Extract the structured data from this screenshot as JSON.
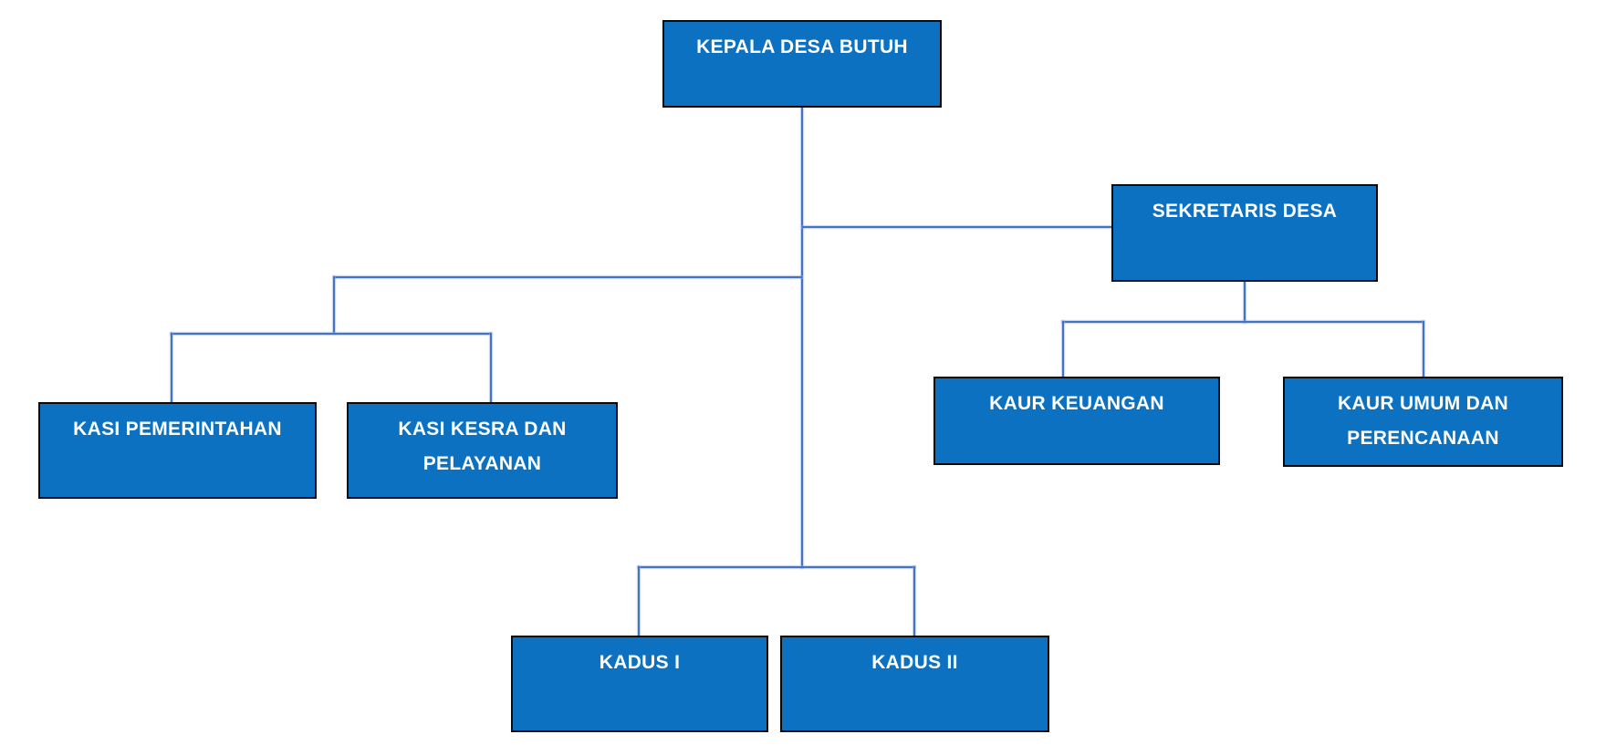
{
  "org_chart": {
    "type": "organizational-chart",
    "colors": {
      "node_fill": "#0b71c0",
      "node_border": "#0a0a0a",
      "node_text": "#ffffff",
      "connector": "#4472c4",
      "background": "#ffffff"
    },
    "nodes": {
      "kepala": {
        "label": "KEPALA DESA BUTUH",
        "reports_to": null
      },
      "sekretaris": {
        "label": "SEKRETARIS DESA",
        "reports_to": "KEPALA DESA BUTUH"
      },
      "kasi_pemerintahan": {
        "label": "KASI PEMERINTAHAN",
        "reports_to": "KEPALA DESA BUTUH"
      },
      "kasi_kesra": {
        "label": "KASI KESRA DAN PELAYANAN",
        "reports_to": "KEPALA DESA BUTUH"
      },
      "kaur_keuangan": {
        "label": "KAUR KEUANGAN",
        "reports_to": "SEKRETARIS DESA"
      },
      "kaur_umum": {
        "label": "KAUR UMUM DAN PERENCANAAN",
        "reports_to": "SEKRETARIS DESA"
      },
      "kadus_1": {
        "label": "KADUS I",
        "reports_to": "KEPALA DESA BUTUH"
      },
      "kadus_2": {
        "label": "KADUS II",
        "reports_to": "KEPALA DESA BUTUH"
      }
    }
  }
}
